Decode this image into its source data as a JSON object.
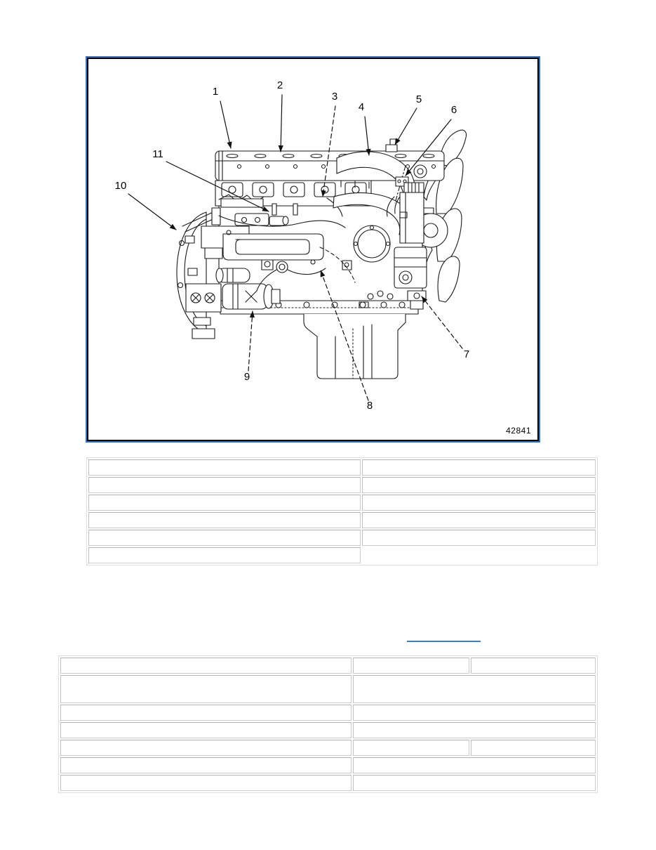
{
  "figure": {
    "number_label": "42841",
    "border_color": "#2d73c0",
    "callouts": [
      "1",
      "2",
      "3",
      "4",
      "5",
      "6",
      "7",
      "8",
      "9",
      "10",
      "11"
    ]
  },
  "link": {
    "underline_color": "#3a7dc0",
    "text": ""
  },
  "parts_table": {
    "rows": [
      [
        "",
        ""
      ],
      [
        "",
        ""
      ],
      [
        "",
        ""
      ],
      [
        "",
        ""
      ],
      [
        "",
        ""
      ],
      [
        ""
      ]
    ]
  },
  "spec_table": {
    "rows": [
      [
        "",
        "",
        ""
      ],
      [
        "",
        ""
      ],
      [
        "",
        ""
      ],
      [
        "",
        ""
      ],
      [
        "",
        "",
        ""
      ],
      [
        "",
        ""
      ],
      [
        "",
        ""
      ]
    ]
  }
}
